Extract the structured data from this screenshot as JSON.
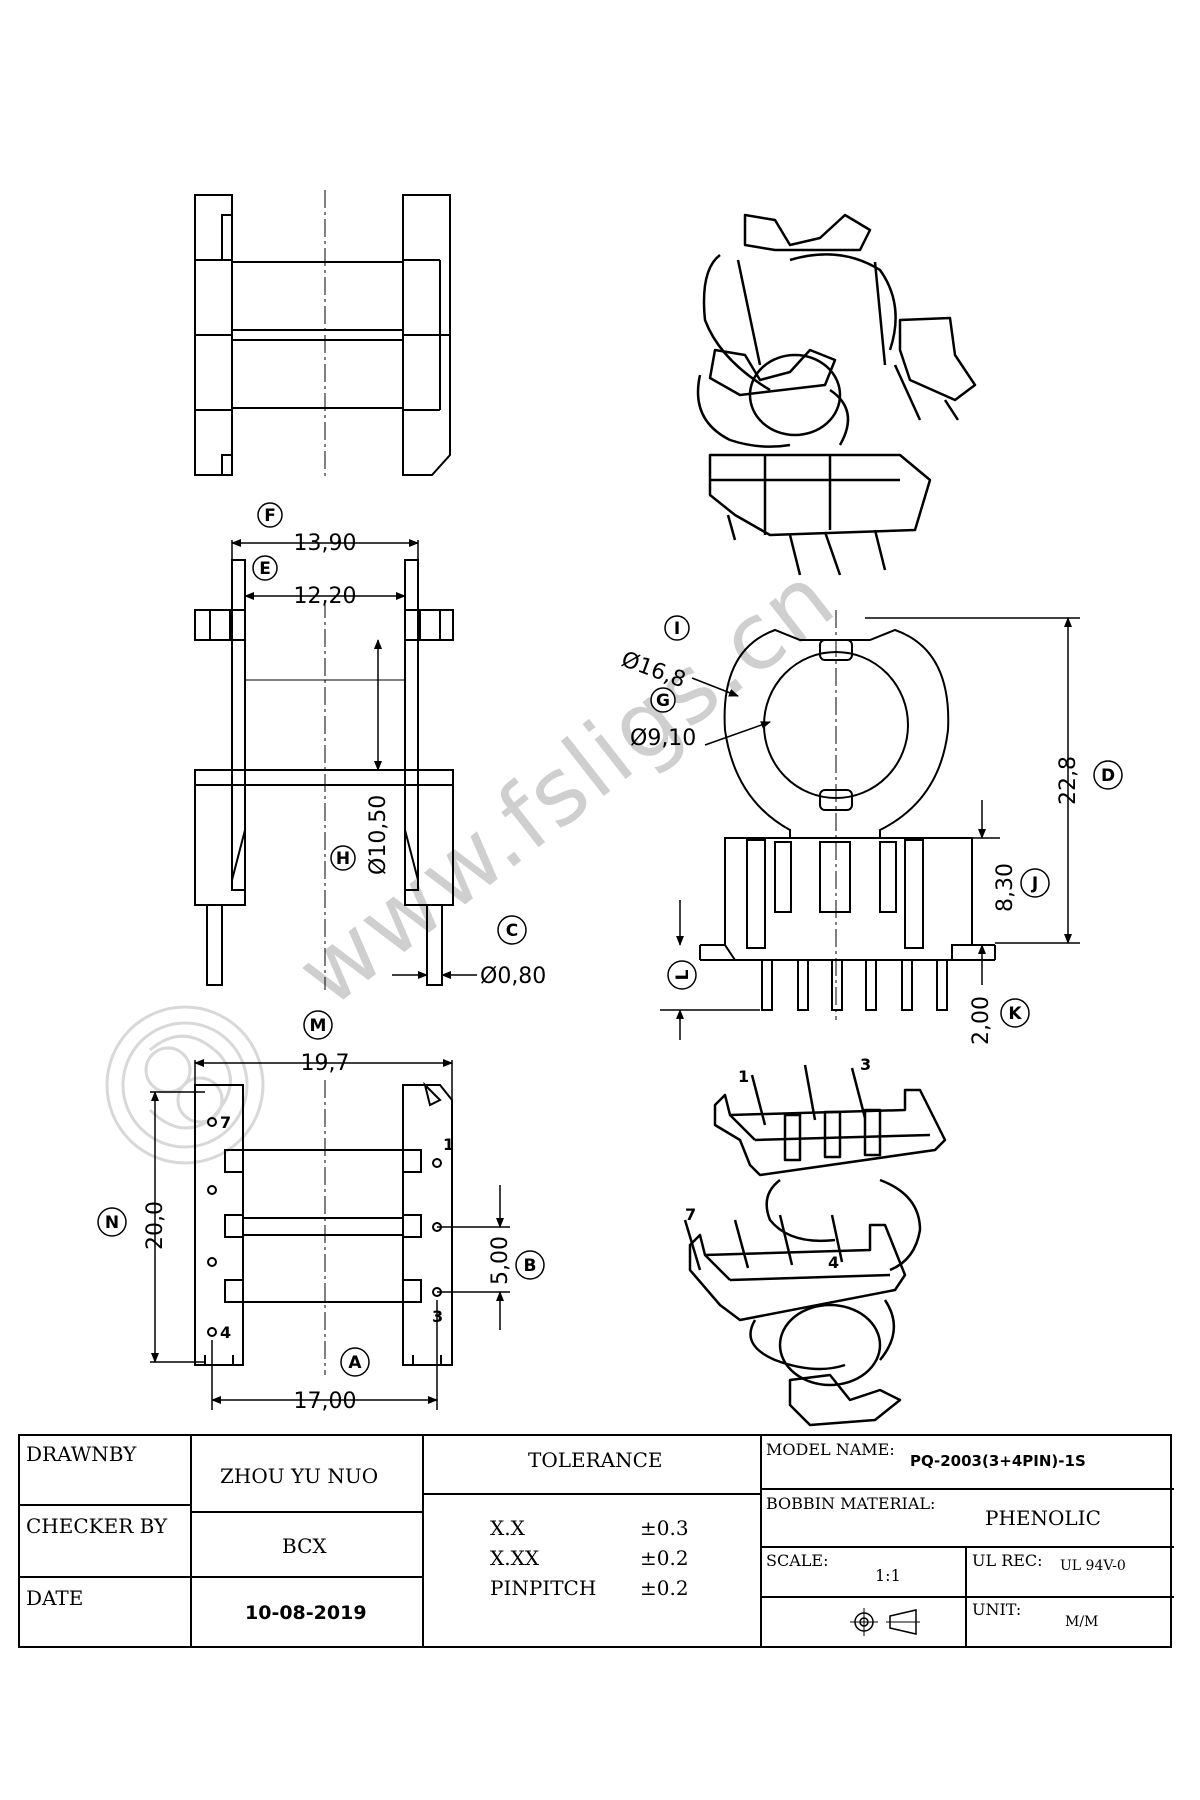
{
  "watermark": "www.fsligs.cn",
  "dimensions": {
    "F": {
      "label": "F",
      "value": "13,90"
    },
    "E": {
      "label": "E",
      "value": "12,20"
    },
    "H": {
      "label": "H",
      "value": "Ø10,50"
    },
    "C": {
      "label": "C",
      "value": "Ø0,80"
    },
    "I": {
      "label": "I",
      "value": "Ø16,8"
    },
    "G": {
      "label": "G",
      "value": "Ø9,10"
    },
    "D": {
      "label": "D",
      "value": "22,8"
    },
    "J": {
      "label": "J",
      "value": "8,30"
    },
    "L": {
      "label": "L",
      "value": ""
    },
    "K": {
      "label": "K",
      "value": "2,00"
    },
    "M": {
      "label": "M",
      "value": "19,7"
    },
    "N": {
      "label": "N",
      "value": "20,0"
    },
    "B": {
      "label": "B",
      "value": "5,00"
    },
    "A": {
      "label": "A",
      "value": "17,00"
    }
  },
  "pin_numbers": {
    "bottom_view": [
      "7",
      "1",
      "4",
      "3"
    ],
    "iso_bottom_upper": [
      "1",
      "3"
    ],
    "iso_bottom_lower": [
      "7",
      "4"
    ]
  },
  "title_block": {
    "drawnby_label": "DRAWNBY",
    "drawnby_value": "ZHOU YU NUO",
    "checker_label": "CHECKER BY",
    "checker_value": "BCX",
    "date_label": "DATE",
    "date_value": "10-08-2019",
    "tolerance_title": "TOLERANCE",
    "tolerances": [
      {
        "name": "X.X",
        "value": "±0.3"
      },
      {
        "name": "X.XX",
        "value": "±0.2"
      },
      {
        "name": "PINPITCH",
        "value": "±0.2"
      }
    ],
    "model_label": "MODEL NAME:",
    "model_value": "PQ-2003(3+4PIN)-1S",
    "material_label": "BOBBIN MATERIAL:",
    "material_value": "PHENOLIC",
    "scale_label": "SCALE:",
    "scale_value": "1:1",
    "ul_label": "UL REC:",
    "ul_value": "UL 94V-0",
    "unit_label": "UNIT:",
    "unit_value": "M/M"
  }
}
